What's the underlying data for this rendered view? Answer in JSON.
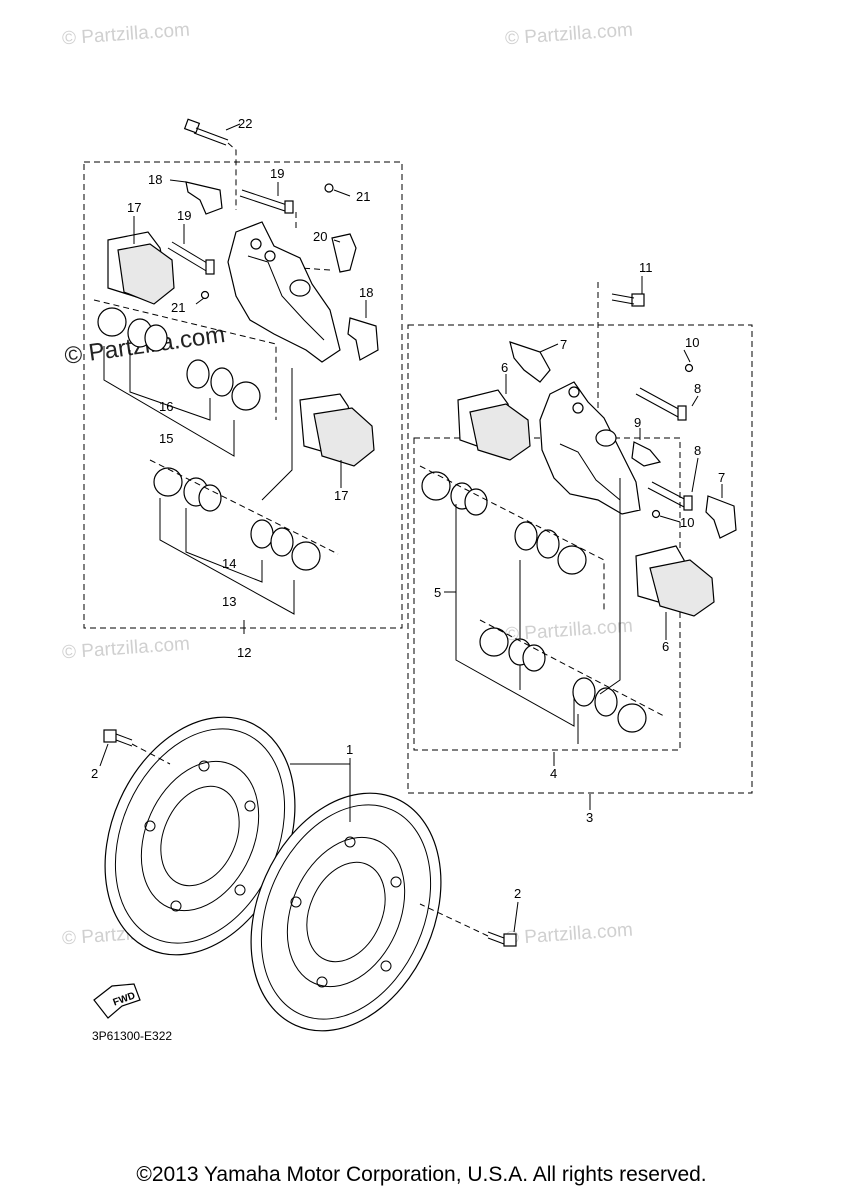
{
  "watermarks": {
    "text": "© Partzilla.com",
    "featured_text": "© Partzilla.com"
  },
  "diagram": {
    "code": "3P61300-E322",
    "fwd_label": "FWD",
    "callouts": {
      "n1": "1",
      "n2a": "2",
      "n2b": "2",
      "n3": "3",
      "n4": "4",
      "n5": "5",
      "n6a": "6",
      "n6b": "6",
      "n7a": "7",
      "n7b": "7",
      "n8a": "8",
      "n8b": "8",
      "n9": "9",
      "n10a": "10",
      "n10b": "10",
      "n11": "11",
      "n12": "12",
      "n13": "13",
      "n14": "14",
      "n15": "15",
      "n16": "16",
      "n17a": "17",
      "n17b": "17",
      "n18a": "18",
      "n18b": "18",
      "n19a": "19",
      "n19b": "19",
      "n20": "20",
      "n21a": "21",
      "n21b": "21",
      "n22": "22"
    }
  },
  "footer": {
    "copyright": "©2013 Yamaha Motor Corporation, U.S.A. All rights reserved."
  }
}
